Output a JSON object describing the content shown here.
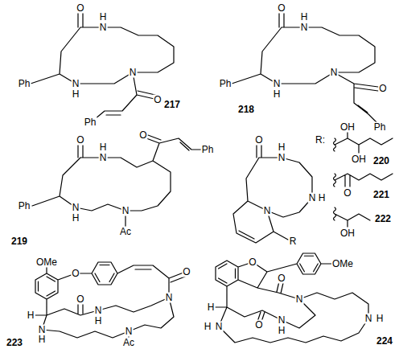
{
  "diagram": {
    "labels": [
      "O",
      "N",
      "H",
      "Ph",
      "N",
      "H",
      "N",
      "O",
      "Ph",
      "217",
      "O",
      "N",
      "H",
      "Ph",
      "N",
      "H",
      "N",
      "O",
      "Ph",
      "218",
      "O",
      "N",
      "H",
      "O",
      "Ph",
      "Ph",
      "N",
      "H",
      "N",
      "Ac",
      "219",
      "O",
      "N",
      "H",
      "N",
      "H",
      "N",
      "R",
      "R:",
      "OH",
      "OH",
      "220",
      "O",
      "221",
      "OH",
      "222",
      "OMe",
      "O",
      "O",
      "H",
      "O",
      "N",
      "H",
      "N",
      "N",
      "H",
      "N",
      "Ac",
      "223",
      "OMe",
      "O",
      "O",
      "H",
      "O",
      "N",
      "H",
      "N",
      "N",
      "H",
      "N",
      "H",
      "224"
    ]
  }
}
